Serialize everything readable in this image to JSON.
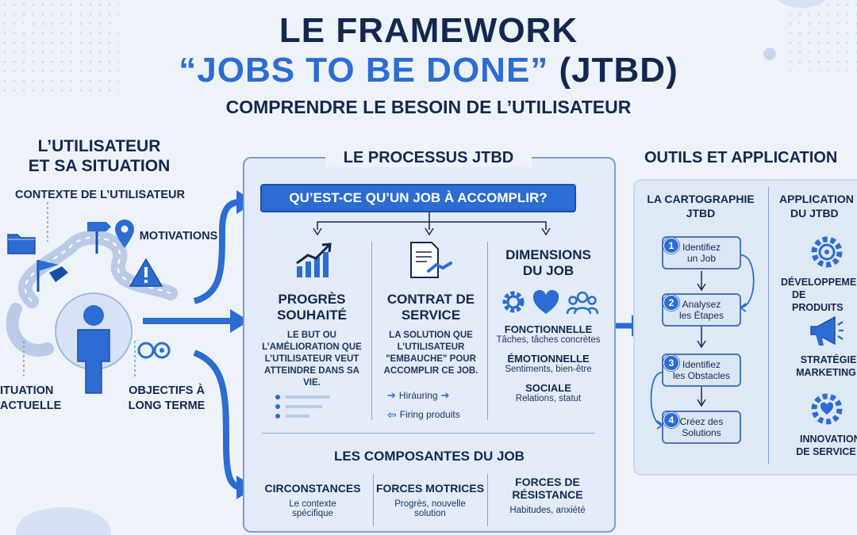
{
  "header": {
    "title_line1": "LE FRAMEWORK",
    "title_line2_highlight": "“JOBS TO BE DONE”",
    "title_line2_rest": " (JTBD)",
    "subtitle": "COMPRENDRE LE BESOIN DE L’UTILISATEUR"
  },
  "left": {
    "heading_line1": "L’UTILISATEUR",
    "heading_line2": "ET SA SITUATION",
    "context": "CONTEXTE DE L’UTILISATEUR",
    "motivations": "MOTIVATIONS",
    "situation_line1": "ITUATION",
    "situation_line2": "ACTUELLE",
    "objectives_line1": "OBJECTIFS À",
    "objectives_line2": "LONG TERME"
  },
  "process": {
    "heading": "LE PROCESSUS JTBD",
    "question": "QU’EST-CE QU’UN JOB À ACCOMPLIR?",
    "progress": {
      "title_line1": "PROGRÈS",
      "title_line2": "SOUHAITÉ",
      "body": [
        "LE BUT OU",
        "L’AMÉLIORATION QUE",
        "L’UTILISATEUR VEUT",
        "ATTEINDRE DANS SA",
        "VIE."
      ]
    },
    "contract": {
      "title_line1": "CONTRAT DE",
      "title_line2": "SERVICE",
      "body": [
        "LA SOLUTION QUE",
        "L’UTILISATEUR",
        "\"EMBAUCHE\" POUR",
        "ACCOMPLIR CE JOB."
      ],
      "hiring": "Hiráuring",
      "firing": "Firing produits"
    },
    "dimensions": {
      "title_line1": "DIMENSIONS",
      "title_line2": "DU JOB",
      "items": [
        {
          "title": "FONCTIONNELLE",
          "desc": "Tâches, tâches concrètes"
        },
        {
          "title": "ÉMOTIONNELLE",
          "desc": "Sentiments, bien-être"
        },
        {
          "title": "SOCIALE",
          "desc": "Relations, statut"
        }
      ]
    },
    "components": {
      "heading": "LES COMPOSANTES DU JOB",
      "items": [
        {
          "title_line1": "CIRCONSTANCES",
          "title_line2": "",
          "desc_line1": "Le contexte",
          "desc_line2": "spécifique"
        },
        {
          "title_line1": "FORCES MOTRICES",
          "title_line2": "",
          "desc_line1": "Progrès, nouvelle",
          "desc_line2": "solution"
        },
        {
          "title_line1": "FORCES DE",
          "title_line2": "RÉSISTANCE",
          "desc_line1": "Habitudes, anxiété",
          "desc_line2": ""
        }
      ]
    }
  },
  "tools": {
    "heading": "OUTILS ET APPLICATION",
    "mapping_line1": "LA CARTOGRAPHIE",
    "mapping_line2": "JTBD",
    "steps": [
      {
        "num": "1",
        "line1": "Identifiez",
        "line2": "un Job"
      },
      {
        "num": "2",
        "line1": "Analysez",
        "line2": "les Étapes"
      },
      {
        "num": "3",
        "line1": "Identifiez",
        "line2": "les Obstacles"
      },
      {
        "num": "4",
        "line1": "Créez des",
        "line2": "Solutions"
      }
    ],
    "apps_line1": "APPLICATION",
    "apps_line2": "DU JTBD",
    "apps": [
      {
        "line1": "DÉVELOPPEME",
        "line2": "DE PRODUITS"
      },
      {
        "line1": "STRATÉGIE",
        "line2": "MARKETING"
      },
      {
        "line1": "INNOVATION",
        "line2": "DE SERVICE"
      }
    ]
  },
  "colors": {
    "accent": "#2c6cd3",
    "dark": "#13284f",
    "panel": "#e2ebf7",
    "border": "#7f9cc8"
  }
}
